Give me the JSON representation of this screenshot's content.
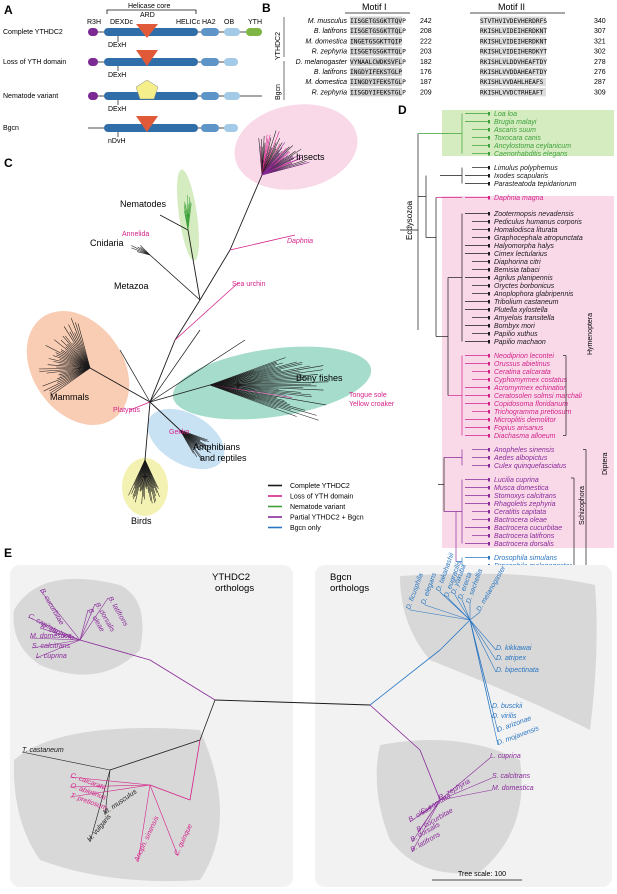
{
  "colors": {
    "black": "#1a1a1a",
    "magenta": "#d4218a",
    "green": "#3da13a",
    "purple": "#8a2a9b",
    "blue": "#2a76c2",
    "red": "#e05a3a",
    "yellow_pentagon": "#f4ef8a",
    "insects_bg": "#f9d9e8",
    "nem_bg": "#d5ecc0",
    "mam_bg": "#f9cdb4",
    "fish_bg": "#a6dccc",
    "amph_bg": "#c8e2f3",
    "birds_bg": "#f4f2b2",
    "grey_bg": "#d8d8d8",
    "panelE_bg": "#f2f2f2"
  },
  "panelA": {
    "label": "A",
    "helicase_core": "Helicase core",
    "ard": "ARD",
    "domains": [
      "R3H",
      "DEXDc",
      "HELICc",
      "HA2",
      "OB",
      "YTH"
    ],
    "rows": [
      {
        "name": "Complete YTHDC2",
        "motif": "DExH"
      },
      {
        "name": "Loss of YTH domain",
        "motif": "DExH"
      },
      {
        "name": "Nematode variant",
        "motif": "DExH"
      },
      {
        "name": "Bgcn",
        "motif": "nDvH"
      }
    ]
  },
  "panelB": {
    "label": "B",
    "motif1": "Motif I",
    "motif2": "Motif II",
    "group1": "YTHDC2",
    "group2": "Bgcn",
    "rows": [
      {
        "sp": "M. musculus",
        "s1": "IISGETGSGKTTQVP",
        "n1": "242",
        "s2": "STVTHVIVDEVHERDRFS",
        "n2": "340"
      },
      {
        "sp": "B. latifrons",
        "s1": "IISGETGSGKTTQLP",
        "n1": "208",
        "s2": "RKISHLVIDEIHERDKNT",
        "n2": "307"
      },
      {
        "sp": "M. domestica",
        "s1": "INGETGSGKTTQIP",
        "n1": "222",
        "s2": "RKISHLVIDEIHERDKNT",
        "n2": "321"
      },
      {
        "sp": "R. zephyria",
        "s1": "IISGETGSGKTTQLP",
        "n1": "203",
        "s2": "RKISHLVIDEIHERDKYT",
        "n2": "302"
      },
      {
        "sp": "D. melanogaster",
        "s1": "VYNAALCWDKSVFLP",
        "n1": "182",
        "s2": "RKISHLVLDDVHEAFTDY",
        "n2": "278"
      },
      {
        "sp": "B. latifrons",
        "s1": "INGDYIFEKSTGLP",
        "n1": "176",
        "s2": "RKISHLVVDDAHEAFTDY",
        "n2": "276"
      },
      {
        "sp": "M. domestica",
        "s1": "IINGDYIFEKSTGLP",
        "n1": "187",
        "s2": "RKISHLVVDAHLHEAFS",
        "n2": "287"
      },
      {
        "sp": "R. zephyria",
        "s1": "IISGDYIFEKSTGLP",
        "n1": "209",
        "s2": "RKISHLVVDCTRHEAFT",
        "n2": "309"
      }
    ]
  },
  "panelC": {
    "label": "C",
    "clades": [
      "Insects",
      "Nematodes",
      "Cnidaria",
      "Metazoa",
      "Mammals",
      "Bony fishes",
      "Amphibians and reptiles",
      "Birds"
    ],
    "magenta_labels": [
      "Annelida",
      "Daphnia",
      "Sea urchin",
      "Tongue sole",
      "Yellow croaker",
      "Platypus",
      "Gekko"
    ],
    "legend": [
      {
        "label": "Complete YTHDC2",
        "color": "#1a1a1a"
      },
      {
        "label": "Loss of YTH domain",
        "color": "#d4218a"
      },
      {
        "label": "Nematode variant",
        "color": "#3da13a"
      },
      {
        "label": "Partial YTHDC2 + Bgcn",
        "color": "#8a2a9b"
      },
      {
        "label": "Bgcn only",
        "color": "#2a76c2"
      }
    ]
  },
  "panelD": {
    "label": "D",
    "ecdysozoa": "Ecdysozoa",
    "hymenoptera": "Hymenoptera",
    "schizophora": "Schizophora",
    "diptera": "Diptera",
    "green_taxa": [
      "Loa loa",
      "Brugia malayi",
      "Ascaris suum",
      "Toxocara canis",
      "Ancylostoma ceylanicum",
      "Caenorhabditis elegans"
    ],
    "black_taxa1": [
      "Limulus polyphemus",
      "Ixodes scapularis",
      "Parasteatoda tepidariorum"
    ],
    "daphnia": "Daphnia magna",
    "black_taxa2": [
      "Zootermopsis nevadensis",
      "Pediculus humanus corporis",
      "Homalodisca liturata",
      "Graphocephala atropunctata",
      "Halyomorpha halys",
      "Cimex lectularius",
      "Diaphorina citri",
      "Bemisia tabaci",
      "Agrilus planipennis",
      "Oryctes borbonicus",
      "Anoplophora glabripennis",
      "Tribolium castaneum",
      "Plutella xylostella",
      "Amyelois transitella",
      "Bombyx mori",
      "Papilio xuthus",
      "Papilio machaon"
    ],
    "hymen_taxa": [
      "Neodiprion lecontei",
      "Orussus abietinus",
      "Ceratina calcarata",
      "Cyphomyrmex costatus",
      "Acromyrmex echinatior",
      "Ceratosolen solmsi marchali",
      "Copidosoma floridanum",
      "Trichogramma pretiosum",
      "Microplitis demolitor",
      "Fopius arisanus",
      "Diachasma alloeum"
    ],
    "mosq_taxa": [
      "Anopheles sinensis",
      "Aedes albopictus",
      "Culex quinquefasciatus"
    ],
    "schizo_taxa": [
      "Lucilia cuprina",
      "Musca domestica",
      "Stomoxys calcitrans",
      "Rhagoletis zephyria",
      "Ceratitis capitata",
      "Bactrocera oleae",
      "Bactrocera cucurbitae",
      "Bactrocera latifrons",
      "Bactrocera dorsalis"
    ],
    "dros_taxa": [
      "Drosophila simulans",
      "Drosophila melanogaster"
    ]
  },
  "panelE": {
    "label": "E",
    "ythdc2_title": "YTHDC2\northologs",
    "bgcn_title": "Bgcn\northologs",
    "scale": "Tree scale: 100",
    "y_purple": [
      "B. cucurbitae",
      "B. latifrons",
      "B. dorsalis",
      "B. oleae",
      "C. capitata",
      "R. zephyria",
      "M. domestica",
      "S. calcitrans",
      "L. cuprina"
    ],
    "y_black": [
      "T. castaneum",
      "M. musculus",
      "H. vulgaris"
    ],
    "y_magenta": [
      "C. calcarata",
      "O. abietinus",
      "T. pretiosum",
      "Anoph. sinensis",
      "C. quinque"
    ],
    "b_blue": [
      "D. ficusphila",
      "D. elegans",
      "D. takahashii",
      "D. eugracilis",
      "D. yakuba",
      "D. erecta",
      "D. sechellia",
      "D. melanogaster",
      "D. kikkawai",
      "D. atripex",
      "D. bipectinata",
      "D. busckii",
      "D. virilis",
      "D. arizonae",
      "D. mojavensis"
    ],
    "b_purple": [
      "L. cuprina",
      "S. calcitrans",
      "M. domestica",
      "R. zephyria",
      "C. capitata",
      "B. oleae",
      "B. cucurbitae",
      "B. dorsalis",
      "B. latifrons"
    ]
  }
}
